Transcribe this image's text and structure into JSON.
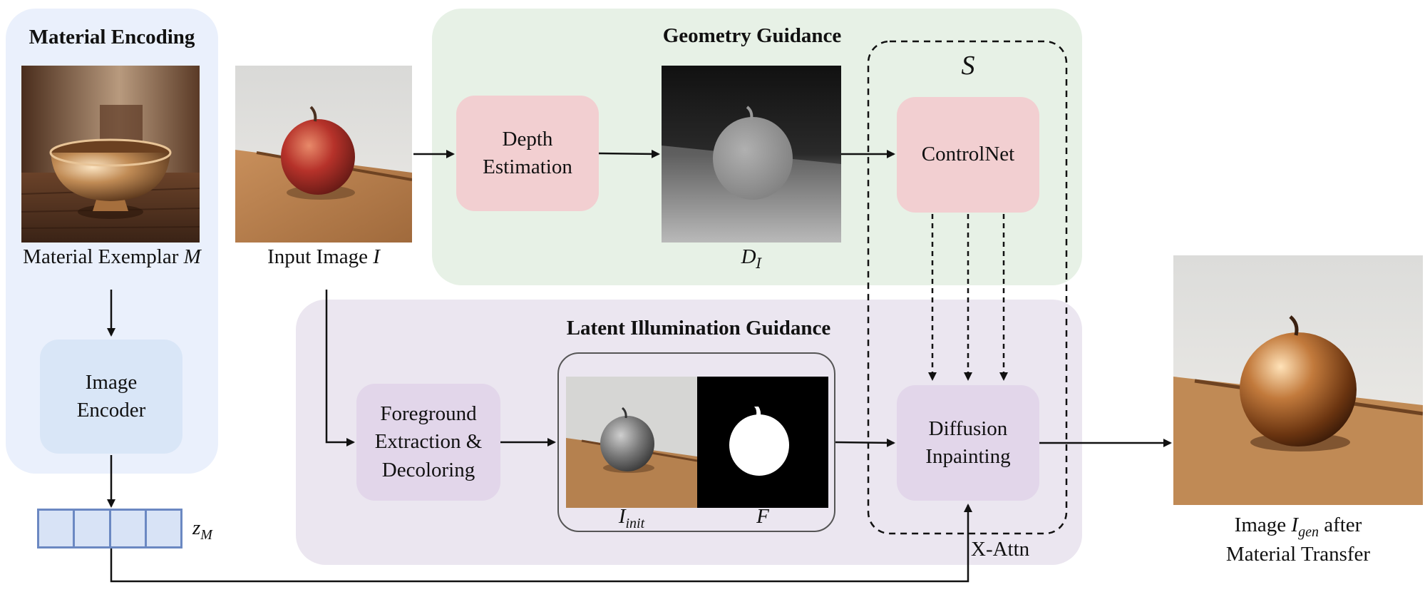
{
  "colors": {
    "material_panel": "#eaf0fc",
    "geometry_panel": "#e7f1e6",
    "illumination_panel": "#ebe6f0",
    "pink_box": "#f2cfd1",
    "purple_box": "#e2d6ea",
    "blue_box": "#d9e6f7",
    "latent_cell": "#d8e3f6",
    "latent_border": "#6b88c2"
  },
  "material_encoding": {
    "title": "Material Encoding",
    "exemplar_label": "Material Exemplar ",
    "exemplar_symbol": "M",
    "encoder_label": "Image\nEncoder",
    "latent_symbol": "z",
    "latent_subscript": "M"
  },
  "input": {
    "label": "Input Image ",
    "symbol": "I"
  },
  "geometry_guidance": {
    "title": "Geometry Guidance",
    "depth_box": "Depth\nEstimation",
    "depth_symbol": "D",
    "depth_subscript": "I",
    "set_symbol": "S",
    "controlnet": "ControlNet"
  },
  "latent_illumination_guidance": {
    "title": "Latent Illumination Guidance",
    "foreground_box": "Foreground\nExtraction &\nDecoloring",
    "init_symbol": "I",
    "init_subscript": "init",
    "mask_symbol": "F",
    "diffusion_box": "Diffusion\nInpainting",
    "xattn_label": "X-Attn"
  },
  "output": {
    "line1_prefix": "Image ",
    "symbol": "I",
    "subscript": "gen",
    "line1_suffix": " after",
    "line2": "Material Transfer"
  }
}
